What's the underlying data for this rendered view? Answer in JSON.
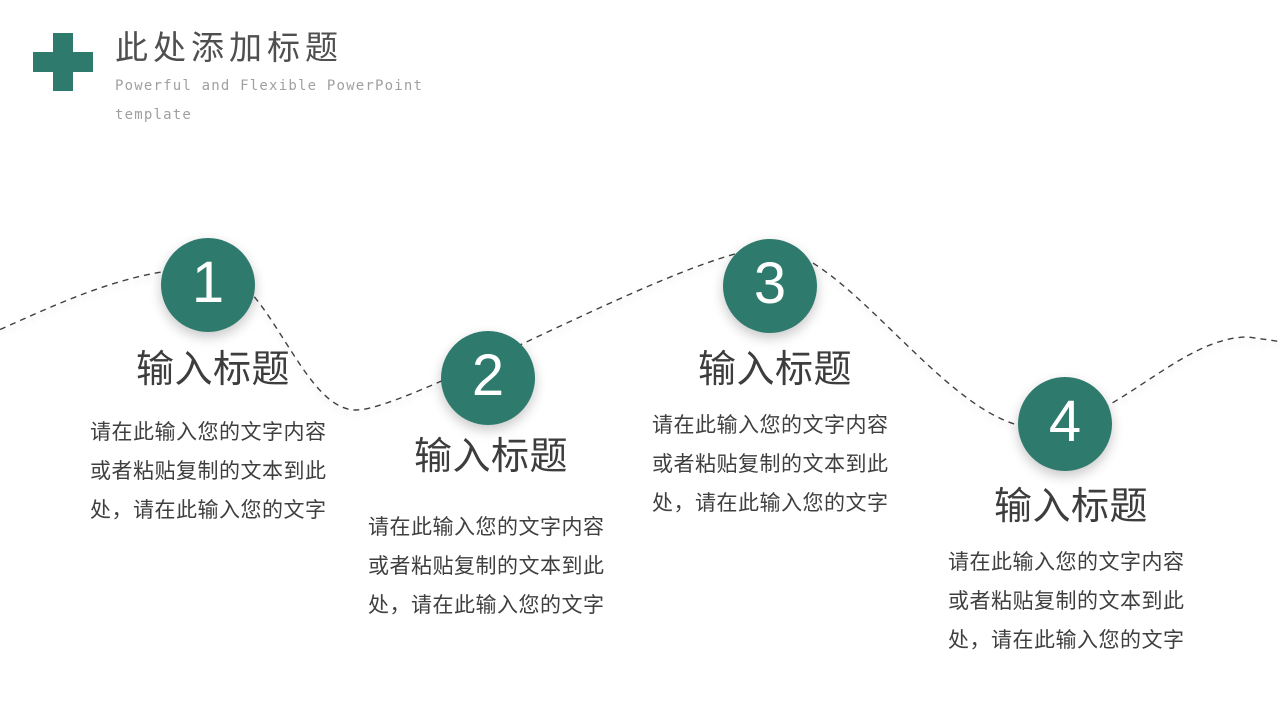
{
  "slide": {
    "header": {
      "title": "此处添加标题",
      "subtitle_lines": [
        "Powerful and Flexible PowerPoint",
        "template"
      ]
    },
    "steps": [
      {
        "number": "1",
        "title": "输入标题",
        "body_lines": [
          "请在此输入您的文字内容",
          "或者粘贴复制的文本到此",
          "处，请在此输入您的文字"
        ]
      },
      {
        "number": "2",
        "title": "输入标题",
        "body_lines": [
          "请在此输入您的文字内容",
          "或者粘贴复制的文本到此",
          "处，请在此输入您的文字"
        ]
      },
      {
        "number": "3",
        "title": "输入标题",
        "body_lines": [
          "请在此输入您的文字内容",
          "或者粘贴复制的文本到此",
          "处，请在此输入您的文字"
        ]
      },
      {
        "number": "4",
        "title": "输入标题",
        "body_lines": [
          "请在此输入您的文字内容",
          "或者粘贴复制的文本到此",
          "处，请在此输入您的文字"
        ]
      }
    ],
    "colors": {
      "accent": "#2e7a6c",
      "dash_line": "#404040",
      "heading_text": "#4f4f4f",
      "subtitle_text": "#a0a0a0",
      "step_title_text": "#3d3d3d",
      "body_text": "#3f3f3f",
      "number_text": "#ffffff",
      "background": "#ffffff"
    }
  }
}
